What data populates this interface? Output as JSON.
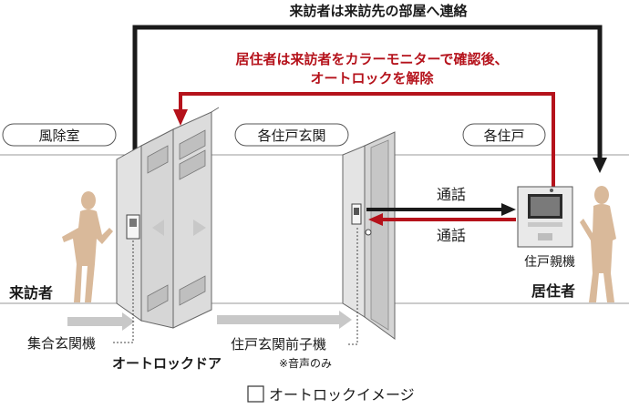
{
  "top_caption": "来訪者は来訪先の部屋へ連絡",
  "red_caption_line1": "居住者は来訪者をカラーモニターで確認後、",
  "red_caption_line2": "オートロックを解除",
  "zones": {
    "vestibule": "風除室",
    "unit_entrance": "各住戸玄関",
    "unit": "各住戸"
  },
  "call_labels": {
    "upper": "通話",
    "lower": "通話"
  },
  "labels": {
    "visitor": "来訪者",
    "resident": "居住者",
    "collective_intercom": "集合玄関機",
    "autolock_door": "オートロックドア",
    "unit_door_intercom": "住戸玄関前子機",
    "voice_only_note": "※音声のみ",
    "master_station": "住戸親機"
  },
  "caption": "オートロックイメージ",
  "colors": {
    "arrow_black": "#1a1a1a",
    "arrow_red": "#b5121b",
    "figure_tan": "#d9b99a",
    "door_gray": "#d4d4d4",
    "hint_arrow": "#c8c8c8"
  }
}
